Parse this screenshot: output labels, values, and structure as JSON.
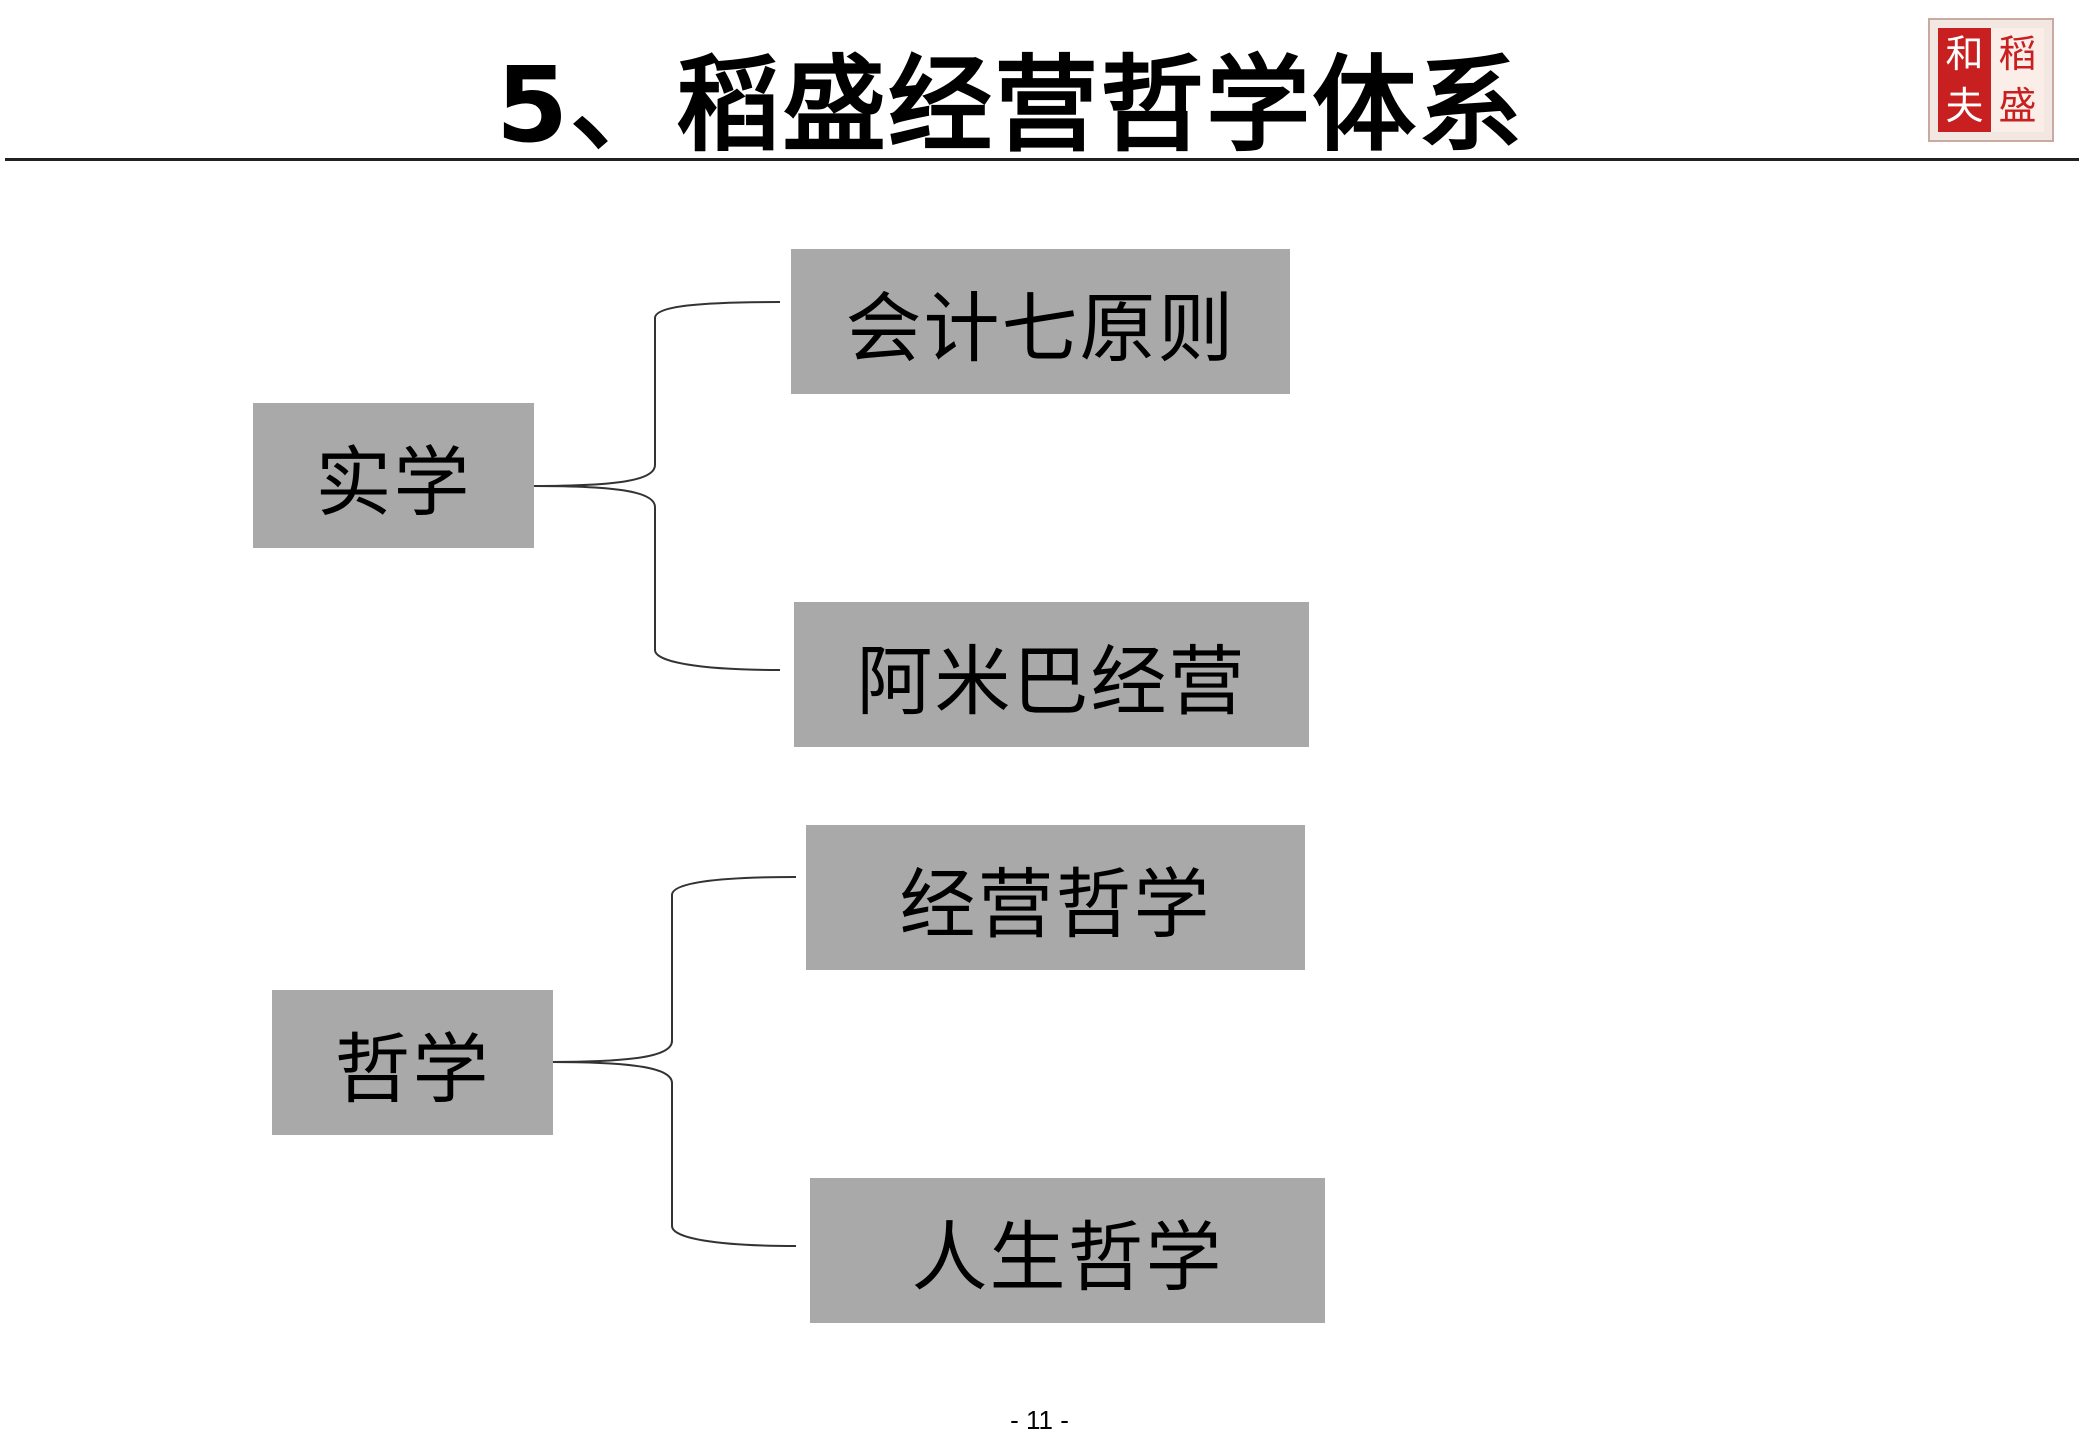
{
  "title": "5、稻盛经营哲学体系",
  "seal": {
    "characters": [
      "稻",
      "盛",
      "和",
      "夫"
    ],
    "text": "稻盛和夫"
  },
  "diagram": {
    "groups": [
      {
        "root": "实学",
        "children": [
          "会计七原则",
          "阿米巴经营"
        ]
      },
      {
        "root": "哲学",
        "children": [
          "经营哲学",
          "人生哲学"
        ]
      }
    ]
  },
  "footer": {
    "page_number": "- 11 -"
  },
  "colors": {
    "box_fill": "#a9a9a9",
    "seal_red": "#c82020",
    "rule": "#222222"
  }
}
